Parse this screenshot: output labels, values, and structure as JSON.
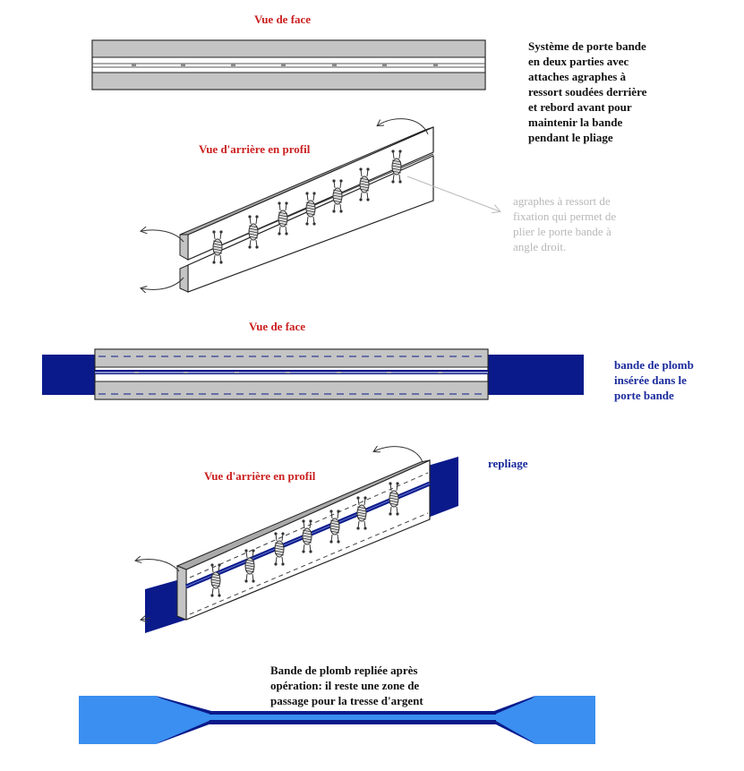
{
  "labels": {
    "front_view_1": "Vue de face",
    "system_desc": "Système de porte bande\nen deux parties avec\nattaches agraphes à\nressort soudées derrière\net rebord avant pour\nmaintenir la bande\npendant le pliage",
    "rear_view_1": "Vue d'arrière en profil",
    "spring_note": "agraphes à ressort de\nfixation qui permet de\nplier le porte bande à\nangle droit.",
    "front_view_2": "Vue de face",
    "lead_note": "bande de plomb\ninsérée dans le\nporte bande",
    "rear_view_2": "Vue d'arrière en profil",
    "folding": "repliage",
    "result_note": "Bande de plomb repliée après\nopération: il reste une zone de\npassage pour la tresse d'argent"
  },
  "colors": {
    "red_label": "#cc2020",
    "blue_label": "#1a2a9c",
    "lead_dark": "#0a1a8a",
    "lead_light": "#3a8ff0",
    "holder_grey": "#c4c4c4",
    "note_grey": "#b8b8b8"
  }
}
